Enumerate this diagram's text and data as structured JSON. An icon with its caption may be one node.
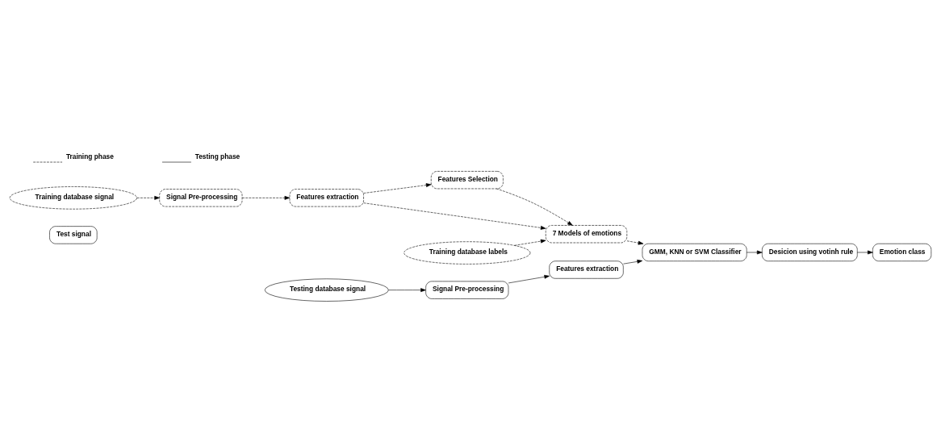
{
  "diagram": {
    "nodes": [
      {
        "text": [
          "Test signal"
        ]
      },
      {
        "text": [
          "Signal Pre-processing"
        ]
      },
      {
        "text": [
          "Features extraction"
        ]
      },
      {
        "text": [
          "GMM, KNN or SVM Classifier"
        ]
      },
      {
        "text": [
          "Desicion using votinh rule"
        ]
      },
      {
        "text": [
          "Emotion class"
        ]
      },
      {
        "text": [
          "Testing database signal"
        ]
      },
      {
        "text": [
          "Features Selection"
        ]
      },
      {
        "text": [
          "7 Models of emotions"
        ]
      },
      {
        "text": [
          "Training database labels"
        ]
      },
      {
        "text": [
          "Training database signal"
        ]
      },
      {
        "text": [
          "Signal Pre-processing"
        ]
      },
      {
        "text": [
          "Features extraction"
        ]
      }
    ],
    "edges": [
      {
        "from": 6,
        "to": 1,
        "arrow": "to"
      },
      {
        "from": 1,
        "to": 2,
        "arrow": "to"
      },
      {
        "from": 2,
        "to": 3,
        "arrow": "to"
      },
      {
        "from": 3,
        "to": 4,
        "arrow": "to"
      },
      {
        "from": 4,
        "to": 5,
        "arrow": "to"
      },
      {
        "from": 8,
        "to": 3,
        "arrow": "to",
        "style": "dashed"
      },
      {
        "from": 7,
        "to": 8,
        "arrow": "to",
        "style": "dashed"
      },
      {
        "from": 9,
        "to": 8,
        "arrow": "to",
        "style": "dashed"
      },
      {
        "from": 10,
        "to": 11,
        "arrow": "to",
        "style": "dashed"
      },
      {
        "from": 11,
        "to": 12,
        "arrow": "to",
        "style": "dashed"
      },
      {
        "from": 12,
        "to": 7,
        "arrow": "to",
        "style": "dashed"
      },
      {
        "from": 12,
        "to": 8,
        "arrow": "to",
        "style": "dashed"
      }
    ],
    "legend": [
      {
        "text": "Training phase"
      },
      {
        "text": "Testing phase"
      }
    ]
  }
}
